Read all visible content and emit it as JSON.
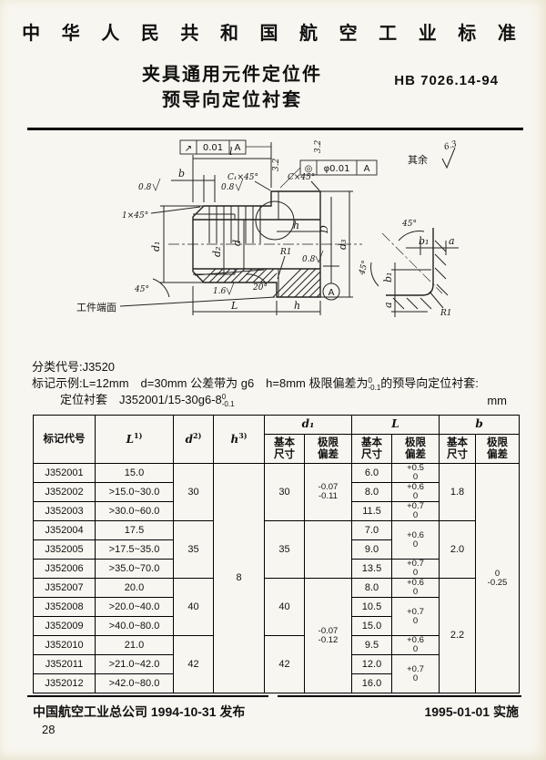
{
  "header": {
    "org": "中 华 人 民 共 和 国 航 空 工 业 标 准",
    "title1": "夹具通用元件定位件",
    "title2": "预导向定位衬套",
    "code": "HB 7026.14-94"
  },
  "meta": {
    "classification": "分类代号:J3520",
    "example1_pre": "标记示例:L=12mm　d=30mm 公差带为 g6　h=8mm 极限偏差为",
    "example1_post": "的预导向定位衬套:",
    "example2_pre": "定位衬套　J352001/15-30g6-8",
    "tol_sup": "0",
    "tol_sub": "-0.1",
    "unit": "mm"
  },
  "drawing": {
    "frame1": {
      "symbol": "↗",
      "value": "0.01",
      "datum": "A"
    },
    "frame2": {
      "symbol": "◎",
      "value": "φ0.01",
      "datum": "A"
    },
    "rest": {
      "prefix": "其余",
      "value": "6.3"
    },
    "r08": "0.8",
    "r32": "3.2",
    "r16": "1.6",
    "chamfer_nose": "1×45°",
    "chamfer_c1": "C₁×45°",
    "chamfer_c": "C×45°",
    "dim_l": "l",
    "dim_b": "b",
    "dim_d1": "d₁",
    "dim_d2": "d₂",
    "dim_d": "d",
    "dim_d3": "d₃",
    "dim_D": "D",
    "dim_h": "h",
    "dim_L": "L",
    "radius": "R1",
    "angle45": "45°",
    "angle20": "20°",
    "datum": "A",
    "note_workpiece": "工件端面",
    "detail_b1": "b₁",
    "detail_a": "a"
  },
  "table": {
    "headers": {
      "code": "标记代号",
      "L": "L",
      "L_sup": "1)",
      "d": "d",
      "d_sup": "2)",
      "h": "h",
      "h_sup": "3)",
      "d1": "d₁",
      "L2": "L",
      "b": "b",
      "basic1": "基本",
      "basic2": "尺寸",
      "dev1": "极限",
      "dev2": "偏差"
    },
    "rows": [
      {
        "code": "J352001",
        "L": "15.0",
        "Lb": "6.0",
        "dev_t": "+0.5",
        "dev_b": "0"
      },
      {
        "code": "J352002",
        "L": ">15.0~30.0",
        "Lb": "8.0",
        "dev_t": "+0.6",
        "dev_b": "0"
      },
      {
        "code": "J352003",
        "L": ">30.0~60.0",
        "Lb": "11.5",
        "dev_t": "+0.7",
        "dev_b": "0"
      },
      {
        "code": "J352004",
        "L": "17.5",
        "Lb": "7.0",
        "dev_t": "+0.6",
        "dev_b": "0"
      },
      {
        "code": "J352005",
        "L": ">17.5~35.0",
        "Lb": "9.0"
      },
      {
        "code": "J352006",
        "L": ">35.0~70.0",
        "Lb": "13.5",
        "dev_t": "+0.7",
        "dev_b": "0"
      },
      {
        "code": "J352007",
        "L": "20.0",
        "Lb": "8.0",
        "dev_t": "+0.6",
        "dev_b": "0"
      },
      {
        "code": "J352008",
        "L": ">20.0~40.0",
        "Lb": "10.5",
        "dev_t": "+0.7",
        "dev_b": "0"
      },
      {
        "code": "J352009",
        "L": ">40.0~80.0",
        "Lb": "15.0"
      },
      {
        "code": "J352010",
        "L": "21.0",
        "Lb": "9.5",
        "dev_t": "+0.6",
        "dev_b": "0"
      },
      {
        "code": "J352011",
        "L": ">21.0~42.0",
        "Lb": "12.0",
        "dev_t": "+0.7",
        "dev_b": "0"
      },
      {
        "code": "J352012",
        "L": ">42.0~80.0",
        "Lb": "16.0"
      }
    ],
    "merged": {
      "d": [
        "30",
        "35",
        "40",
        "42"
      ],
      "h": "8",
      "d1": [
        "30",
        "35",
        "40",
        "42"
      ],
      "d1dev1_t": "-0.07",
      "d1dev1_b": "-0.11",
      "d1dev2_t": "-0.07",
      "d1dev2_b": "-0.12",
      "b": [
        "1.8",
        "2.0",
        "2.2"
      ],
      "bdev_t": "0",
      "bdev_b": "-0.25"
    }
  },
  "footer": {
    "issued": "中国航空工业总公司 1994-10-31 发布",
    "effective": "1995-01-01 实施",
    "page": "28"
  }
}
